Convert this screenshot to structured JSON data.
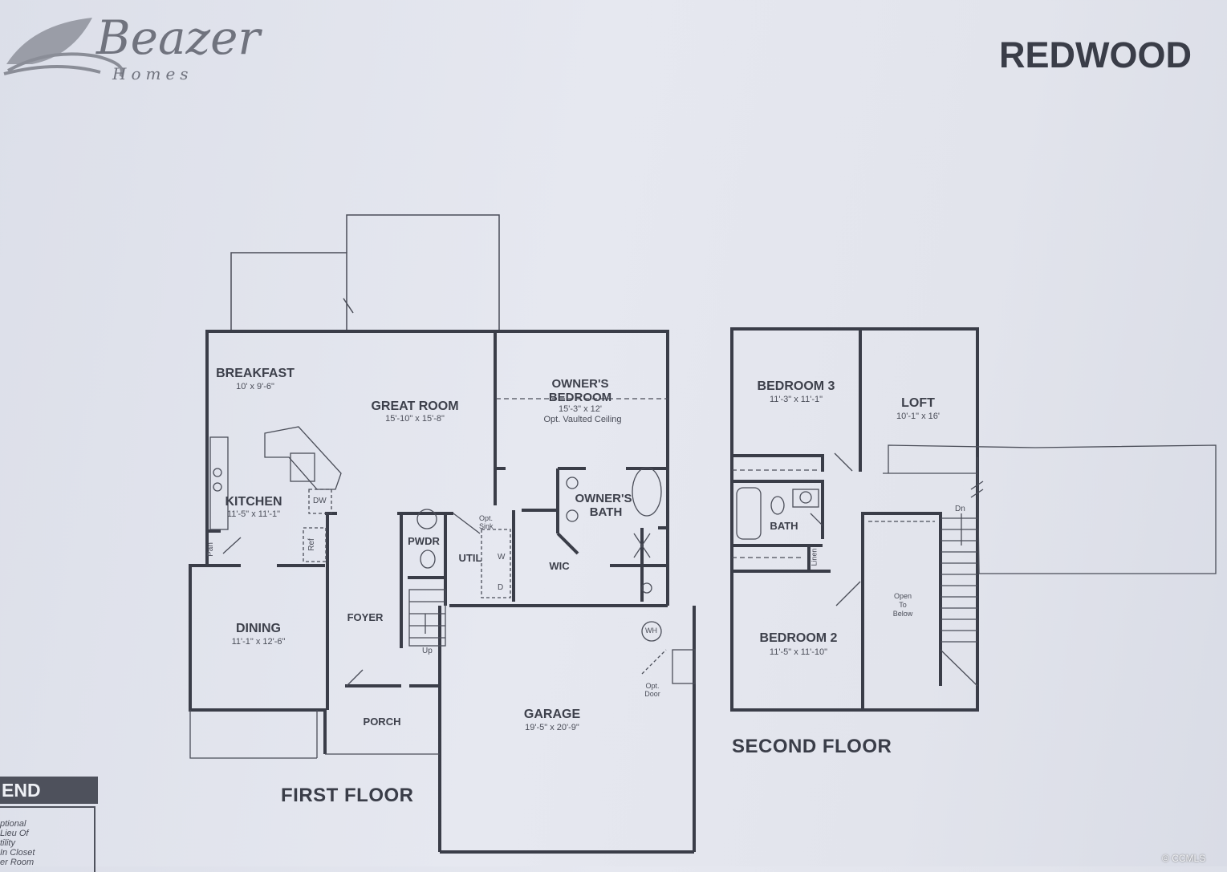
{
  "header": {
    "brand_name": "Beazer",
    "brand_sub": "Homes",
    "plan_name": "REDWOOD"
  },
  "first_floor": {
    "title": "FIRST FLOOR",
    "rooms": [
      {
        "name": "BREAKFAST",
        "dims": "10' x 9'-6\""
      },
      {
        "name": "GREAT ROOM",
        "dims": "15'-10\" x 15'-8\""
      },
      {
        "name": "OWNER'S BEDROOM",
        "line1": "OWNER'S",
        "line2": "BEDROOM",
        "dims": "15'-3\" x 12'",
        "note": "Opt. Vaulted Ceiling"
      },
      {
        "name": "KITCHEN",
        "dims": "11'-5\" x 11'-1\""
      },
      {
        "name": "OWNER'S BATH",
        "line1": "OWNER'S",
        "line2": "BATH"
      },
      {
        "name": "PWDR"
      },
      {
        "name": "UTIL"
      },
      {
        "name": "WIC"
      },
      {
        "name": "DINING",
        "dims": "11'-1\" x 12'-6\""
      },
      {
        "name": "FOYER"
      },
      {
        "name": "GARAGE",
        "dims": "19'-5\" x 20'-9\""
      },
      {
        "name": "PORCH"
      }
    ],
    "fixtures": {
      "dw": "DW",
      "ref": "Ref",
      "pan": "Pan",
      "opt_sink": "Opt. Sink",
      "washer": "W",
      "dryer": "D",
      "up": "Up",
      "wh": "WH",
      "opt_door": "Opt. Door"
    }
  },
  "second_floor": {
    "title": "SECOND FLOOR",
    "rooms": [
      {
        "name": "BEDROOM 3",
        "dims": "11'-3\" x 11'-1\""
      },
      {
        "name": "LOFT",
        "dims": "10'-1\" x 16'"
      },
      {
        "name": "BATH"
      },
      {
        "name": "BEDROOM 2",
        "dims": "11'-5\" x 11'-10\""
      },
      {
        "name": "Open To Below",
        "l1": "Open",
        "l2": "To",
        "l3": "Below"
      }
    ],
    "fixtures": {
      "linen": "Linen",
      "dn": "Dn"
    }
  },
  "legend": {
    "title": "END",
    "items": [
      "ptional",
      "Lieu Of",
      "tility",
      "In Closet",
      "er Room"
    ]
  },
  "watermark": "CCMLS",
  "colors": {
    "wall": "#3a3d48",
    "paper": "#e4e6ee",
    "brand": "#70737e"
  }
}
